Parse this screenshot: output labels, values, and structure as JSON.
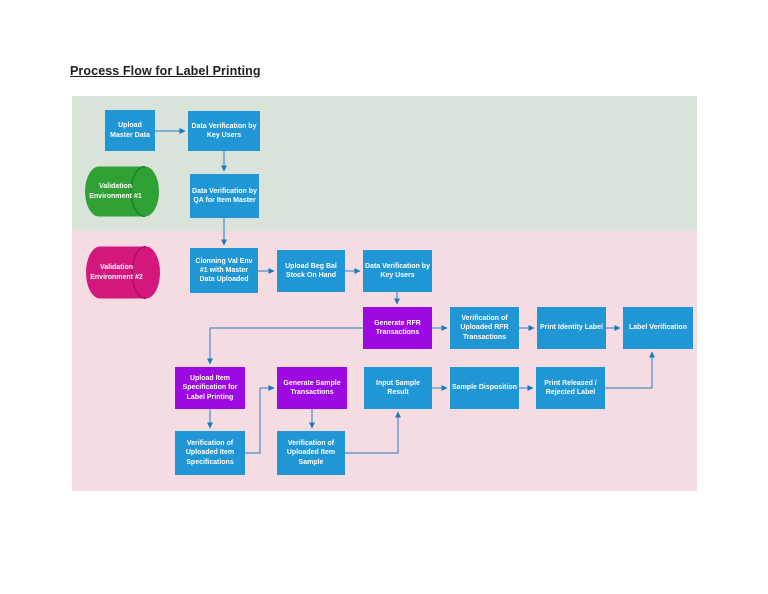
{
  "page": {
    "title": "Process Flow for Label Printing"
  },
  "colors": {
    "process_blue": "#2196d5",
    "process_purple": "#9c09e2",
    "cylinder_green": "#2fa135",
    "cylinder_green_dark": "#1f7c26",
    "cylinder_magenta": "#d4177d",
    "cylinder_magenta_dark": "#a60f5f",
    "env1_region_bg": "#d9e3da",
    "env2_region_bg": "#f5dce2",
    "connector_line": "#4a8ec7",
    "connector_arrowhead": "#1b7ab8",
    "title_color": "#1f1f1f"
  },
  "diagram": {
    "environments": {
      "val_env_1": {
        "label": "Validation Environment #1",
        "shape": "cylinder",
        "color": "#2fa135"
      },
      "val_env_2": {
        "label": "Validation Environment #2",
        "shape": "cylinder",
        "color": "#d4177d"
      }
    },
    "nodes": {
      "upload_master_data": {
        "label": "Upload Master Data",
        "color": "blue"
      },
      "data_verif_key_users_1": {
        "label": "Data Verification by Key Users",
        "color": "blue"
      },
      "data_verif_qa_item_master": {
        "label": "Data Verification by QA for Item Master",
        "color": "blue"
      },
      "clonning_val_env": {
        "label": "Clonning Val Env #1 with Master Data Uploaded",
        "color": "blue"
      },
      "upload_beg_bal": {
        "label": "Upload Beg Bal Stock On Hand",
        "color": "blue"
      },
      "data_verif_key_users_2": {
        "label": "Data Verification by Key Users",
        "color": "blue"
      },
      "generate_rfr": {
        "label": "Generate RFR Transactions",
        "color": "purple"
      },
      "verif_uploaded_rfr": {
        "label": "Verification of Uploaded RFR Transactions",
        "color": "blue"
      },
      "print_identity_label": {
        "label": "Print Identity Label",
        "color": "blue"
      },
      "label_verification": {
        "label": "Label Verification",
        "color": "blue"
      },
      "upload_item_spec": {
        "label": "Upload Item Specification for Label Printing",
        "color": "purple"
      },
      "generate_sample": {
        "label": "Generate Sample Transactions",
        "color": "purple"
      },
      "input_sample_result": {
        "label": "Input Sample Result",
        "color": "blue"
      },
      "sample_disposition": {
        "label": "Sample Disposition",
        "color": "blue"
      },
      "print_released_rejected": {
        "label": "Print Released / Rejected Label",
        "color": "blue"
      },
      "verif_item_specs": {
        "label": "Verification of Uploaded Item Specifications",
        "color": "blue"
      },
      "verif_item_sample": {
        "label": "Verification of Uploaded Item Sample",
        "color": "blue"
      }
    },
    "connections": [
      {
        "from": "upload_master_data",
        "to": "data_verif_key_users_1"
      },
      {
        "from": "data_verif_key_users_1",
        "to": "data_verif_qa_item_master"
      },
      {
        "from": "data_verif_qa_item_master",
        "to": "clonning_val_env"
      },
      {
        "from": "clonning_val_env",
        "to": "upload_beg_bal"
      },
      {
        "from": "upload_beg_bal",
        "to": "data_verif_key_users_2"
      },
      {
        "from": "data_verif_key_users_2",
        "to": "generate_rfr"
      },
      {
        "from": "generate_rfr",
        "to": "verif_uploaded_rfr"
      },
      {
        "from": "verif_uploaded_rfr",
        "to": "print_identity_label"
      },
      {
        "from": "print_identity_label",
        "to": "label_verification"
      },
      {
        "from": "generate_rfr",
        "to": "upload_item_spec"
      },
      {
        "from": "upload_item_spec",
        "to": "verif_item_specs"
      },
      {
        "from": "verif_item_specs",
        "to": "generate_sample"
      },
      {
        "from": "generate_sample",
        "to": "verif_item_sample"
      },
      {
        "from": "verif_item_sample",
        "to": "input_sample_result"
      },
      {
        "from": "input_sample_result",
        "to": "sample_disposition"
      },
      {
        "from": "sample_disposition",
        "to": "print_released_rejected"
      },
      {
        "from": "print_released_rejected",
        "to": "label_verification"
      }
    ]
  }
}
